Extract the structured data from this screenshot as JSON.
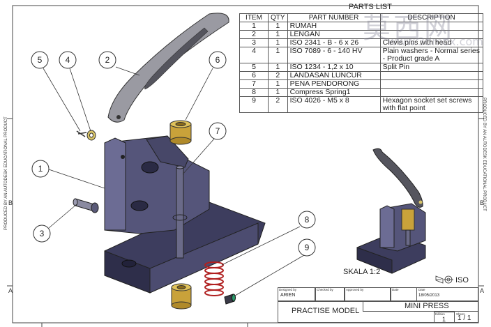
{
  "parts_list": {
    "title": "PARTS LIST",
    "headers": {
      "item": "ITEM",
      "qty": "QTY",
      "part_number": "PART NUMBER",
      "description": "DESCRIPTION"
    },
    "rows": [
      {
        "item": "1",
        "qty": "1",
        "part_number": "RUMAH",
        "description": ""
      },
      {
        "item": "2",
        "qty": "1",
        "part_number": "LENGAN",
        "description": ""
      },
      {
        "item": "3",
        "qty": "1",
        "part_number": "ISO 2341 - B - 6 x 26",
        "description": "Clevis pins with head"
      },
      {
        "item": "4",
        "qty": "1",
        "part_number": "ISO 7089 - 6 - 140 HV",
        "description": "Plain washers - Normal series - Product grade A"
      },
      {
        "item": "5",
        "qty": "1",
        "part_number": "ISO 1234 - 1,2 x 10",
        "description": "Split Pin"
      },
      {
        "item": "6",
        "qty": "2",
        "part_number": "LANDASAN LUNCUR",
        "description": ""
      },
      {
        "item": "7",
        "qty": "1",
        "part_number": "PENA PENDORONG",
        "description": ""
      },
      {
        "item": "8",
        "qty": "1",
        "part_number": "Compress Spring1",
        "description": ""
      },
      {
        "item": "9",
        "qty": "2",
        "part_number": "ISO 4026 - M5 x 8",
        "description": "Hexagon socket set screws with flat point"
      }
    ]
  },
  "callouts": [
    "1",
    "2",
    "3",
    "4",
    "5",
    "6",
    "7",
    "8",
    "9"
  ],
  "scale_label": "SKALA 1:2",
  "projection_label": "ISO",
  "side_text": "PRODUCED BY AN AUTODESK EDUCATIONAL PRODUCT",
  "watermark": {
    "chinese": "莫西网",
    "url": "www.3dmox.com"
  },
  "border_letters": {
    "left": [
      "B",
      "A"
    ],
    "right": [
      "B",
      "A"
    ]
  },
  "title_block": {
    "designed_by_label": "Designed by",
    "checked_by_label": "Checked by",
    "approved_by_label": "Approved by",
    "date_label": "Date",
    "date2_label": "Date",
    "designer": "ARIEN",
    "date": "18/05/2013",
    "model": "PRACTISE MODEL",
    "title": "MINI PRESS",
    "edition_label": "Edition",
    "sheet_label": "Sheet",
    "edition": "1",
    "sheet": "1 / 1"
  },
  "colors": {
    "body": "#4a4a6e",
    "body_light": "#6f6f95",
    "bronze": "#c9a23a",
    "spring": "#b02020",
    "handle": "#8a8a92"
  }
}
